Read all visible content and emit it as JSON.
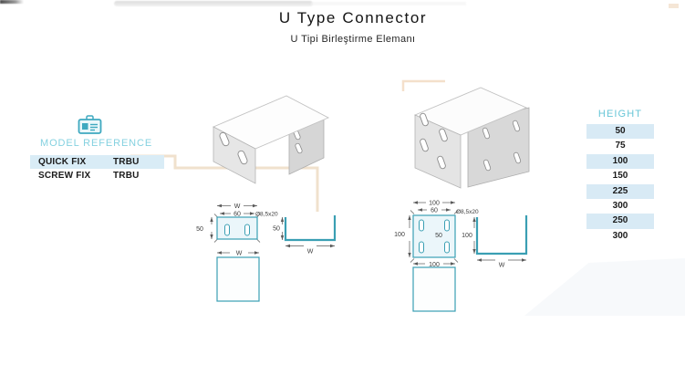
{
  "page": {
    "title": "U Type Connector",
    "subtitle": "U Tipi Birleştirme Elemanı"
  },
  "model_reference": {
    "icon": "id-badge-icon",
    "heading": "MODEL REFERENCE",
    "rows": [
      {
        "model": "QUICK FIX",
        "code": "TRBU"
      },
      {
        "model": "SCREW FIX",
        "code": "TRBU"
      }
    ]
  },
  "height_table": {
    "header": "HEIGHT",
    "values": [
      "50",
      "75",
      "100",
      "150",
      "225",
      "300",
      "250",
      "300"
    ]
  },
  "diagram_small": {
    "top_width_label": "W",
    "top_dim": "60",
    "side_dim": "50",
    "slot_spec": "Ø8,5x20",
    "channel_height": "50",
    "channel_width_label": "W",
    "square_width_label": "W"
  },
  "diagram_large": {
    "top_dim_outer": "100",
    "top_dim_inner": "60",
    "side_dim": "100",
    "center_dim": "50",
    "bottom_dim": "100",
    "slot_spec": "Ø8,5x20",
    "channel_height": "100",
    "channel_width_label": "W"
  },
  "colors": {
    "accent_teal_line": "#3a9fb3",
    "accent_teal_text": "#84d1e0",
    "row_highlight": "#d9ecf6",
    "beige_line": "#f0e1cd",
    "dim_text": "#3c3c3c"
  }
}
